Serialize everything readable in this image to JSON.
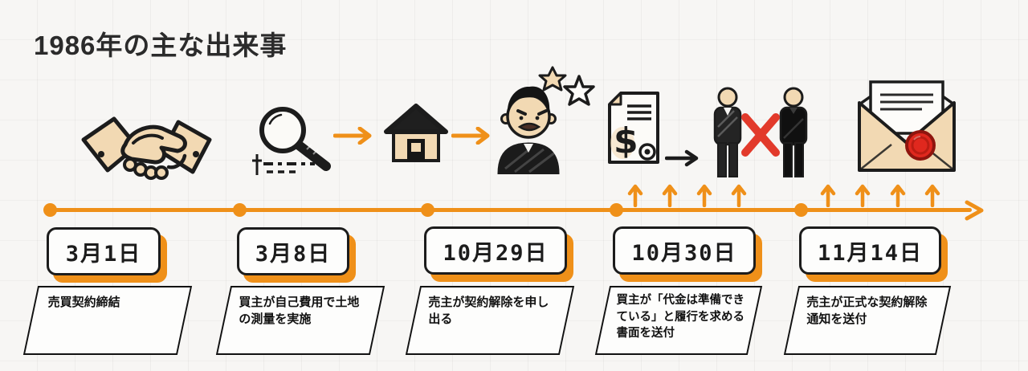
{
  "title": "1986年の主な出来事",
  "colors": {
    "accent_orange": "#EF9019",
    "ink_black": "#1c1c1c",
    "tan_fill": "#F2D9B3",
    "alert_red": "#E23A2B",
    "seal_red": "#E0281E",
    "paper": "#F7F6F4"
  },
  "icons": {
    "handshake": "handshake-icon",
    "survey_magnifier": "magnifier-icon",
    "flow_arrow": "arrow-right-icon",
    "house": "house-icon",
    "angry_person": "angry-person-icon",
    "payment_document": "dollar-document-icon",
    "document_symbol": "$",
    "buyer_seller_conflict": "people-x-icon",
    "sealed_letter": "sealed-envelope-icon"
  },
  "timeline": {
    "events": [
      {
        "date": "3月1日",
        "description": "売買契約締結"
      },
      {
        "date": "3月8日",
        "description": "買主が自己費用で土地の測量を実施"
      },
      {
        "date": "10月29日",
        "description": "売主が契約解除を申し出る"
      },
      {
        "date": "10月30日",
        "description": "買主が「代金は準備できている」と履行を求める書面を送付"
      },
      {
        "date": "11月14日",
        "description": "売主が正式な契約解除通知を送付"
      }
    ]
  }
}
